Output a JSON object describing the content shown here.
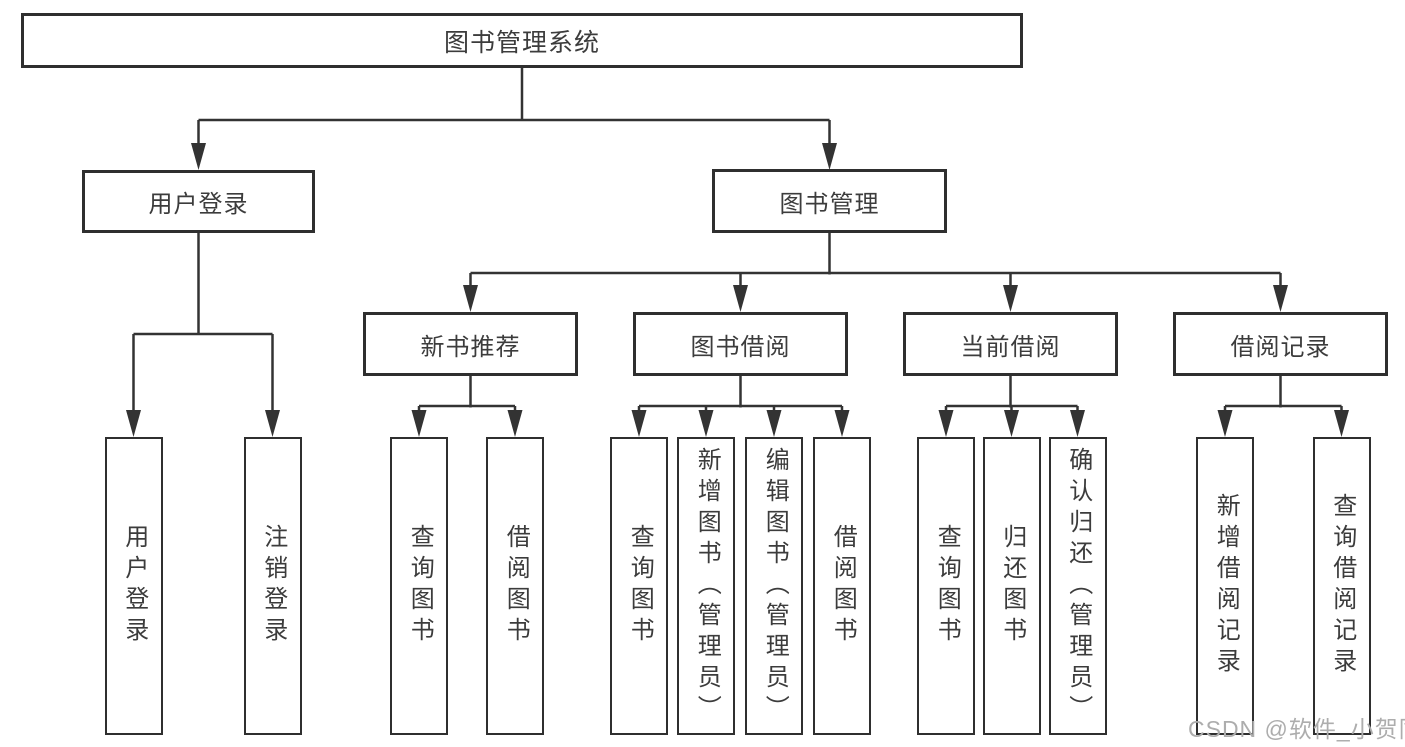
{
  "diagram": {
    "root": {
      "label": "图书管理系统"
    },
    "children": [
      {
        "label": "用户登录",
        "children": [
          {
            "label": "用户登录"
          },
          {
            "label": "注销登录"
          }
        ]
      },
      {
        "label": "图书管理",
        "children": [
          {
            "label": "新书推荐",
            "children": [
              {
                "label": "查询图书"
              },
              {
                "label": "借阅图书"
              }
            ]
          },
          {
            "label": "图书借阅",
            "children": [
              {
                "label": "查询图书"
              },
              {
                "label": "新增图书（管理员）"
              },
              {
                "label": "编辑图书（管理员）"
              },
              {
                "label": "借阅图书"
              }
            ]
          },
          {
            "label": "当前借阅",
            "children": [
              {
                "label": "查询图书"
              },
              {
                "label": "归还图书"
              },
              {
                "label": "确认归还（管理员）"
              }
            ]
          },
          {
            "label": "借阅记录",
            "children": [
              {
                "label": "新增借阅记录"
              },
              {
                "label": "查询借阅记录"
              }
            ]
          }
        ]
      }
    ]
  },
  "watermark": {
    "text": "CSDN @软件_小贺同学"
  },
  "colors": {
    "line": "#333333",
    "border": "#2f2f2f",
    "text": "#3c3c3c",
    "watermark": "#adadad",
    "background": "#ffffff"
  }
}
